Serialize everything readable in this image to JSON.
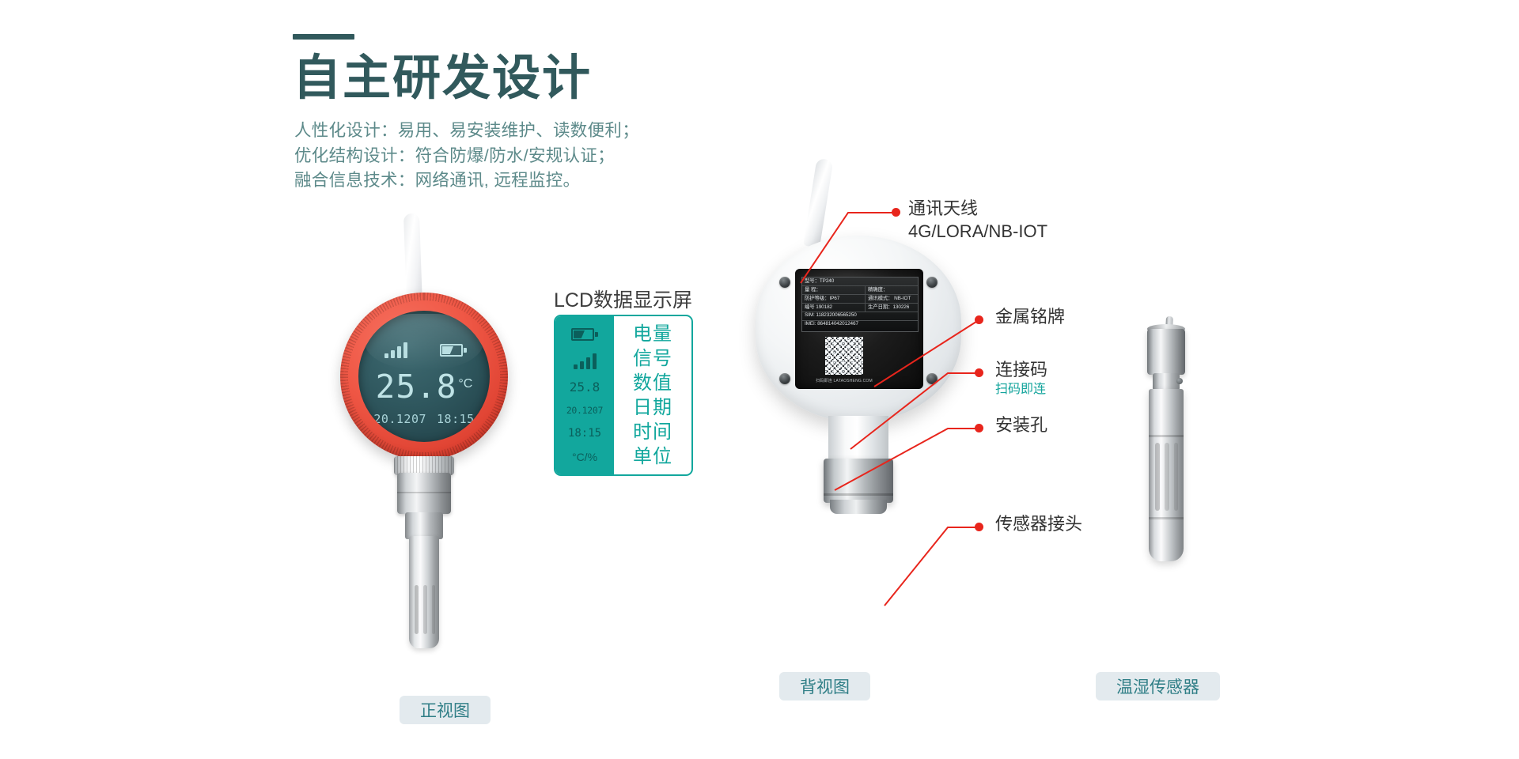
{
  "heading": {
    "title": "自主研发设计",
    "rule_color": "#31595c",
    "title_color": "#31595c",
    "subtitle_color": "#5d8a8a",
    "subtitles": [
      "人性化设计：易用、易安装维护、读数便利；",
      "优化结构设计：符合防爆/防水/安规认证；",
      "融合信息技术：网络通讯, 远程监控。"
    ]
  },
  "lcd_legend": {
    "title": "LCD数据显示屏",
    "accent_color": "#12a79d",
    "rows": [
      {
        "icon": "battery-icon",
        "value": "",
        "label": "电量"
      },
      {
        "icon": "signal-icon",
        "value": "",
        "label": "信号"
      },
      {
        "icon": "",
        "value": "25.8",
        "label": "数值"
      },
      {
        "icon": "",
        "value": "20.1207",
        "label": "日期"
      },
      {
        "icon": "",
        "value": "18:15",
        "label": "时间"
      },
      {
        "icon": "",
        "value": "°C/%",
        "label": "单位"
      }
    ]
  },
  "front_device": {
    "bezel_color": "#ef5745",
    "screen_color": "#2f575e",
    "reading_value": "25.8",
    "reading_unit": "°C",
    "date": "20.1207",
    "time": "18:15",
    "signal_icon": "signal-icon",
    "battery_icon": "battery-icon"
  },
  "back_device": {
    "nameplate": {
      "rows": [
        [
          {
            "text": "型号：TP240",
            "span": "full"
          }
        ],
        [
          {
            "text": "量  程：",
            "span": "half"
          },
          {
            "text": "精确度：",
            "span": "half"
          }
        ],
        [
          {
            "text": "防护等级：IP67",
            "span": "half"
          },
          {
            "text": "通讯模式： NB-IOT",
            "span": "half"
          }
        ],
        [
          {
            "text": "编号 190182",
            "span": "half"
          },
          {
            "text": "生产日期：130226",
            "span": "half"
          }
        ],
        [
          {
            "text": "SIM: 118232006565250",
            "span": "full"
          }
        ],
        [
          {
            "text": "IMEI: 864814042012467",
            "span": "full"
          }
        ]
      ]
    },
    "qr_caption": "扫码即连 LATAOSHENG.COM",
    "qr_icon": "qr-code-icon"
  },
  "callouts": [
    {
      "name": "antenna",
      "label": "通讯天线",
      "sub": "4G/LORA/NB-IOT"
    },
    {
      "name": "nameplate",
      "label": "金属铭牌",
      "sub": ""
    },
    {
      "name": "qr",
      "label": "连接码",
      "sub": "扫码即连"
    },
    {
      "name": "hole",
      "label": "安装孔",
      "sub": ""
    },
    {
      "name": "connector",
      "label": "传感器接头",
      "sub": ""
    }
  ],
  "captions": {
    "front": "正视图",
    "back": "背视图",
    "sensor": "温湿传感器",
    "pill_bg": "#e3eaee",
    "pill_text_color": "#2f7e86"
  },
  "colors": {
    "callout_line": "#e8251c",
    "callout_text": "#333333",
    "teal": "#13a49c"
  }
}
